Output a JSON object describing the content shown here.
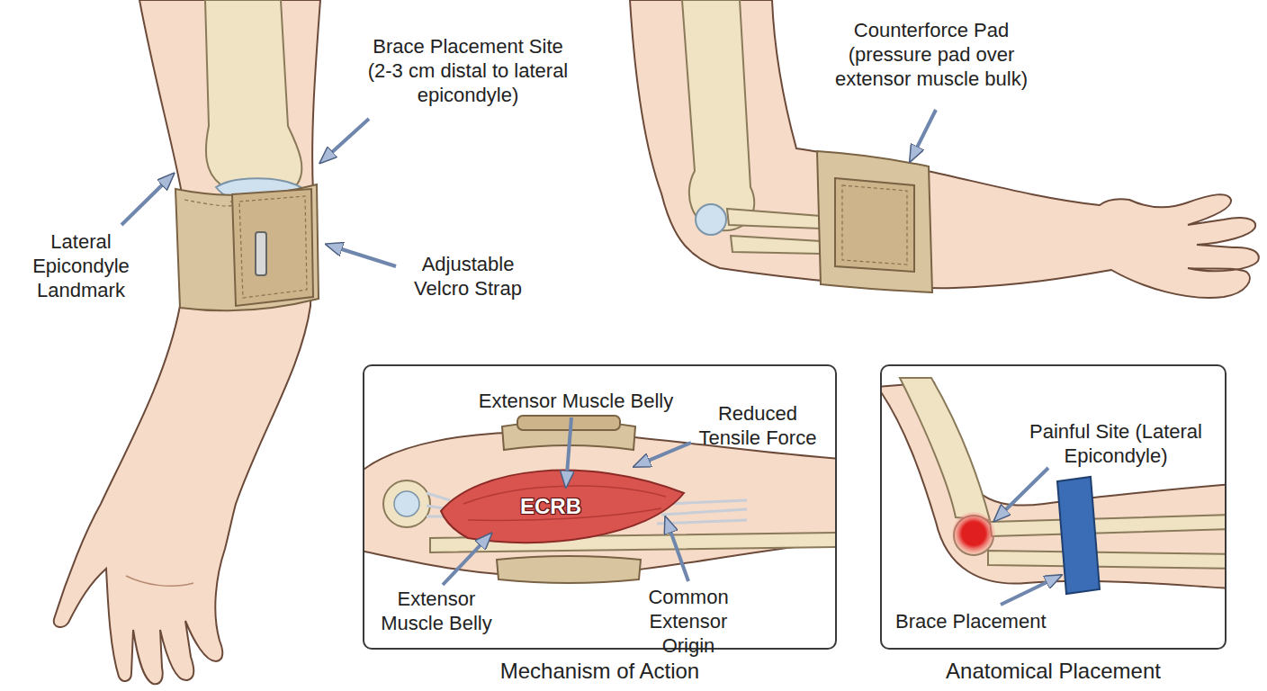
{
  "diagram": {
    "nodes": [
      {
        "text": [
          "Mechanism of Action"
        ]
      },
      {
        "text": [
          "Anatomical Placement"
        ]
      }
    ],
    "labels": [
      "Brace Placement Site (2-3 cm distal to lateral epicondyle)",
      "Lateral Epicondyle Landmark",
      "Adjustable Velcro Strap",
      "Counterforce Pad (pressure pad over extensor muscle bulk)",
      "Extensor Muscle Belly",
      "Reduced Tensile Force",
      "ECRB",
      "Extensor Muscle Belly",
      "Common Extensor Origin",
      "Painful Site (Lateral Epicondyle)",
      "Brace Placement"
    ]
  }
}
